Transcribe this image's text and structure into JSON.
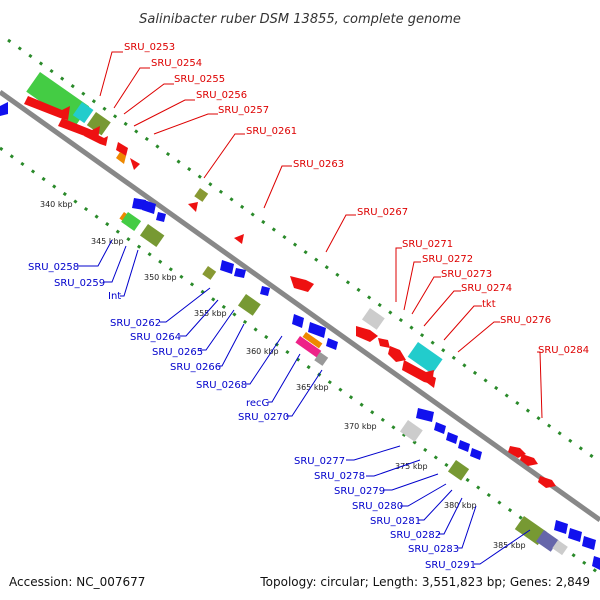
{
  "title": "Salinibacter ruber DSM 13855, complete genome",
  "footer": {
    "accession": "Accession: NC_007677",
    "summary": "Topology: circular; Length: 3,551,823 bp; Genes: 2,849"
  },
  "colors": {
    "forward_label": "#dd0000",
    "reverse_label": "#0000cc",
    "backbone": "#888888",
    "dotted_guides": "#2a8a2a"
  },
  "scale_marks": [
    "340 kbp",
    "345 kbp",
    "350 kbp",
    "355 kbp",
    "360 kbp",
    "365 kbp",
    "370 kbp",
    "375 kbp",
    "380 kbp",
    "385 kbp"
  ],
  "forward_labels": [
    "SRU_0253",
    "SRU_0254",
    "SRU_0255",
    "SRU_0256",
    "SRU_0257",
    "SRU_0261",
    "SRU_0263",
    "SRU_0267",
    "SRU_0271",
    "SRU_0272",
    "SRU_0273",
    "SRU_0274",
    "tkt",
    "SRU_0276",
    "SRU_0284"
  ],
  "reverse_labels": [
    "SRU_0258",
    "SRU_0259",
    "Int",
    "SRU_0262",
    "SRU_0264",
    "SRU_0265",
    "SRU_0266",
    "SRU_0268",
    "recG",
    "SRU_0270",
    "SRU_0277",
    "SRU_0278",
    "SRU_0279",
    "SRU_0280",
    "SRU_0281",
    "SRU_0282",
    "SRU_0283",
    "SRU_0291"
  ]
}
